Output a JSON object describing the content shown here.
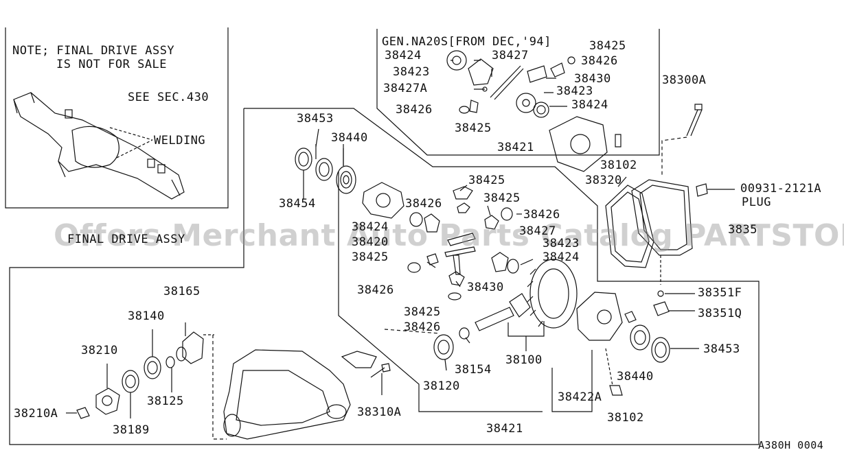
{
  "note": {
    "line1": "NOTE; FINAL DRIVE ASSY",
    "line2": "IS NOT FOR SALE"
  },
  "see_sec": "SEE SEC.430",
  "welding": "WELDING",
  "gen_header": "GEN.NA20S[FROM DEC,'94]",
  "final_drive_assy": "FINAL DRIVE ASSY",
  "plug_label": "PLUG",
  "diagram_code": "A380H 0004",
  "watermark": "Offers Merchant Auto Parts Catalog PARTSTORE.SA",
  "part_labels": {
    "p38424_top": "38424",
    "p38423_top": "38423",
    "p38427A": "38427A",
    "p38426_top": "38426",
    "p38427_top": "38427",
    "p38425_top_r": "38425",
    "p38426_top_r": "38426",
    "p38430_top": "38430",
    "p38423_top_r": "38423",
    "p38424_top_r": "38424",
    "p38425_top_b": "38425",
    "p38421_top": "38421",
    "p38102_top": "38102",
    "p38300A": "38300A",
    "p38320": "38320",
    "p00931": "00931-2121A",
    "p38453_l": "38453",
    "p38440_l": "38440",
    "p38454": "38454",
    "p38425_m1": "38425",
    "p38426_m1": "38426",
    "p38425_m2": "38425",
    "p38426_m2": "38426",
    "p38424_m": "38424",
    "p38427_m": "38427",
    "p38425_m3": "38425",
    "p38423_m": "38423",
    "p38424_m2": "38424",
    "p38426_m3": "38426",
    "p38430_m": "38430",
    "p38425_m4": "38425",
    "p38426_m4": "38426",
    "p3835": "3835",
    "p38351F": "38351F",
    "p38351Q": "38351Q",
    "p38453_r": "38453",
    "p38440_r": "38440",
    "p38422A": "38422A",
    "p38102_b": "38102",
    "p38100": "38100",
    "p38154": "38154",
    "p38120": "38120",
    "p38310A": "38310A",
    "p38421_b": "38421",
    "p38165": "38165",
    "p38140": "38140",
    "p38210": "38210",
    "p38125": "38125",
    "p38210A": "38210A",
    "p38189": "38189",
    "p38420": "38420"
  }
}
